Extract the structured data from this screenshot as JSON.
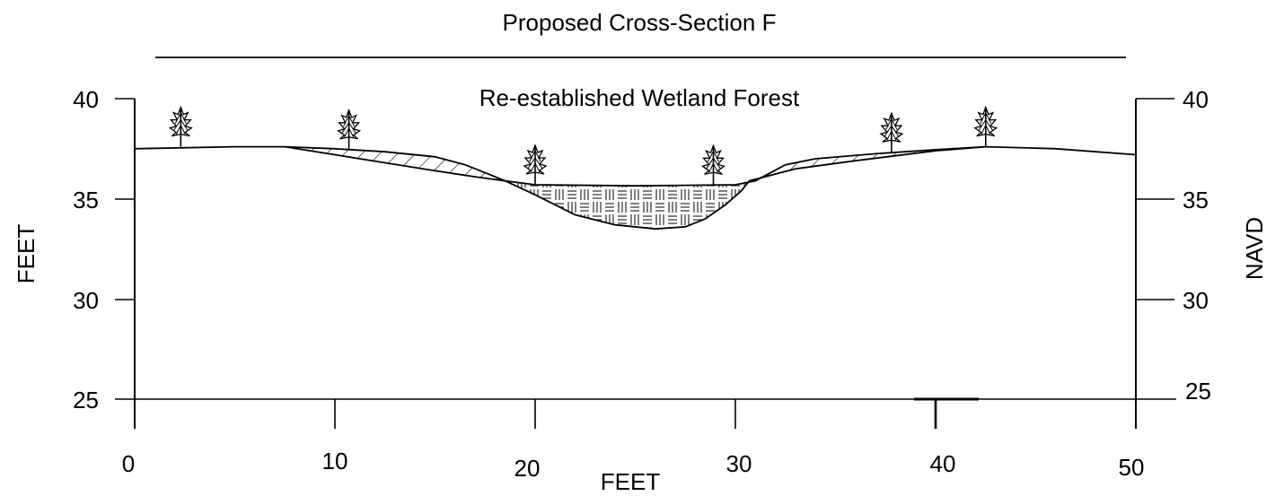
{
  "title": "Proposed Cross-Section F",
  "annotation": "Re-established Wetland Forest",
  "y_axis_left_label": "FEET",
  "y_axis_right_label": "NAVD",
  "x_axis_label": "FEET",
  "y_ticks": [
    "40",
    "35",
    "30",
    "25"
  ],
  "x_ticks": [
    "0",
    "10",
    "20",
    "30",
    "40",
    "50"
  ],
  "colors": {
    "line": "#000000",
    "fill_hatch": "#000000",
    "background": "#ffffff"
  },
  "icons": [
    "tree-icon"
  ],
  "profile": {
    "x_range": [
      0,
      50
    ],
    "y_range": [
      25,
      40
    ],
    "ground_line": [
      [
        0,
        37.5
      ],
      [
        5,
        37.6
      ],
      [
        7.5,
        37.6
      ],
      [
        10,
        37.2
      ],
      [
        12.5,
        36.8
      ],
      [
        15,
        36.4
      ],
      [
        17,
        36.1
      ],
      [
        18.5,
        35.9
      ],
      [
        20,
        35.2
      ],
      [
        22,
        34.2
      ],
      [
        24,
        33.7
      ],
      [
        26,
        33.5
      ],
      [
        27.5,
        33.6
      ],
      [
        28.5,
        34.0
      ],
      [
        29.5,
        34.7
      ],
      [
        30.3,
        35.4
      ],
      [
        30.7,
        35.9
      ],
      [
        33,
        36.5
      ],
      [
        36,
        36.9
      ],
      [
        40,
        37.4
      ],
      [
        42.5,
        37.6
      ],
      [
        46,
        37.5
      ],
      [
        50,
        37.2
      ]
    ],
    "proposed_surface": [
      [
        7.5,
        37.6
      ],
      [
        10,
        37.5
      ],
      [
        12.5,
        37.35
      ],
      [
        15,
        37.1
      ],
      [
        16.5,
        36.7
      ],
      [
        17.5,
        36.3
      ],
      [
        18.5,
        35.9
      ],
      [
        20,
        35.7
      ],
      [
        25,
        35.65
      ],
      [
        30,
        35.7
      ],
      [
        31,
        35.9
      ],
      [
        32.5,
        36.7
      ],
      [
        34,
        37.0
      ],
      [
        37,
        37.25
      ],
      [
        40,
        37.45
      ],
      [
        42.5,
        37.6
      ]
    ],
    "trees_x": [
      2.3,
      10.7,
      20,
      28.9,
      37.8,
      42.5
    ]
  }
}
